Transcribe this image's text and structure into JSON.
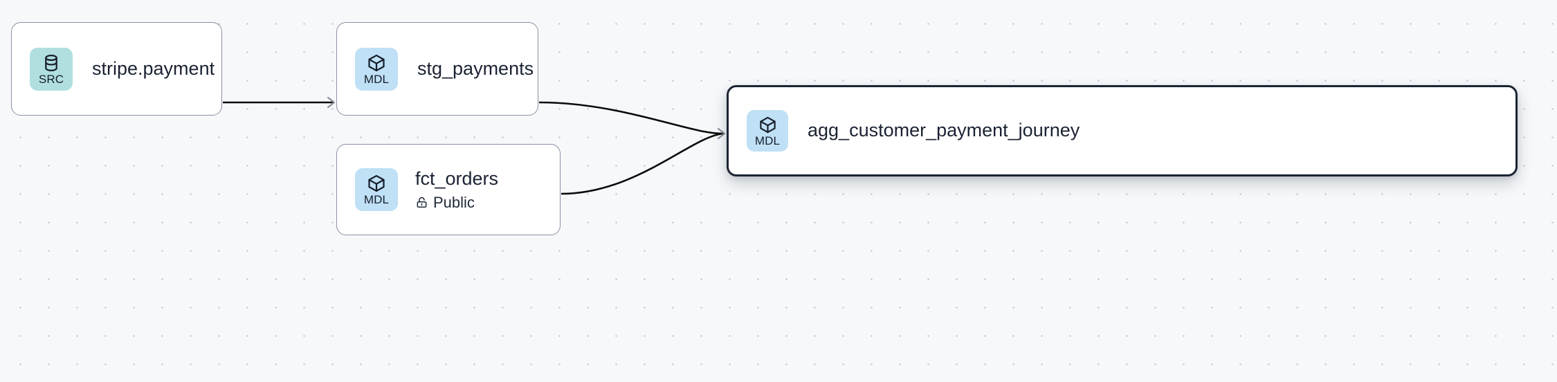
{
  "canvas": {
    "background": "#f6f8fa",
    "dot_color": "#b9bdcc",
    "grid_spacing": 41
  },
  "theme": {
    "src_badge_color": "#b1dfdf",
    "mdl_badge_color": "#bfe0f5",
    "node_border": "#8b8fa3",
    "selected_border": "#1c2433",
    "edge_color": "#0a0a0a",
    "arrow_color": "#8a8f9c",
    "text_color": "#1a2232"
  },
  "graph": {
    "type": "lineage-dag",
    "nodes": [
      {
        "id": "stripe-payment",
        "title": "stripe.payment",
        "badge_label": "SRC",
        "badge_icon": "database-icon",
        "badge_kind": "src",
        "subtitle": null,
        "subtitle_icon": null,
        "selected": false
      },
      {
        "id": "stg-payments",
        "title": "stg_payments",
        "badge_label": "MDL",
        "badge_icon": "cube-icon",
        "badge_kind": "mdl",
        "subtitle": null,
        "subtitle_icon": null,
        "selected": false
      },
      {
        "id": "fct-orders",
        "title": "fct_orders",
        "badge_label": "MDL",
        "badge_icon": "cube-icon",
        "badge_kind": "mdl",
        "subtitle": "Public",
        "subtitle_icon": "unlock-icon",
        "selected": false
      },
      {
        "id": "agg-customer-payment-journey",
        "title": "agg_customer_payment_journey",
        "badge_label": "MDL",
        "badge_icon": "cube-icon",
        "badge_kind": "mdl",
        "subtitle": null,
        "subtitle_icon": null,
        "selected": true
      }
    ],
    "edges": [
      {
        "id": "e1",
        "from": "stripe-payment",
        "to": "stg-payments",
        "style": "straight"
      },
      {
        "id": "e2",
        "from": "stg-payments",
        "to": "agg-customer-payment-journey",
        "style": "bezier"
      },
      {
        "id": "e3",
        "from": "fct-orders",
        "to": "agg-customer-payment-journey",
        "style": "bezier"
      }
    ]
  }
}
